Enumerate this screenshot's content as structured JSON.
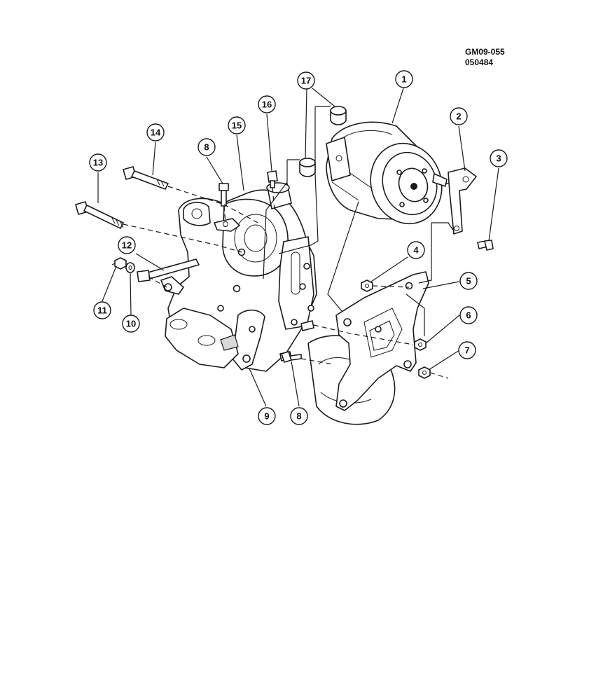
{
  "reference": {
    "code_line1": "GM09-055",
    "code_line2": "050484"
  },
  "callouts": [
    {
      "id": "c1",
      "label": "1"
    },
    {
      "id": "c2",
      "label": "2"
    },
    {
      "id": "c3",
      "label": "3"
    },
    {
      "id": "c4",
      "label": "4"
    },
    {
      "id": "c5",
      "label": "5"
    },
    {
      "id": "c6",
      "label": "6"
    },
    {
      "id": "c7",
      "label": "7"
    },
    {
      "id": "c8a",
      "label": "8"
    },
    {
      "id": "c8b",
      "label": "8"
    },
    {
      "id": "c9",
      "label": "9"
    },
    {
      "id": "c10",
      "label": "10"
    },
    {
      "id": "c11",
      "label": "11"
    },
    {
      "id": "c12",
      "label": "12"
    },
    {
      "id": "c13",
      "label": "13"
    },
    {
      "id": "c14",
      "label": "14"
    },
    {
      "id": "c15",
      "label": "15"
    },
    {
      "id": "c16",
      "label": "16"
    },
    {
      "id": "c17",
      "label": "17"
    }
  ]
}
